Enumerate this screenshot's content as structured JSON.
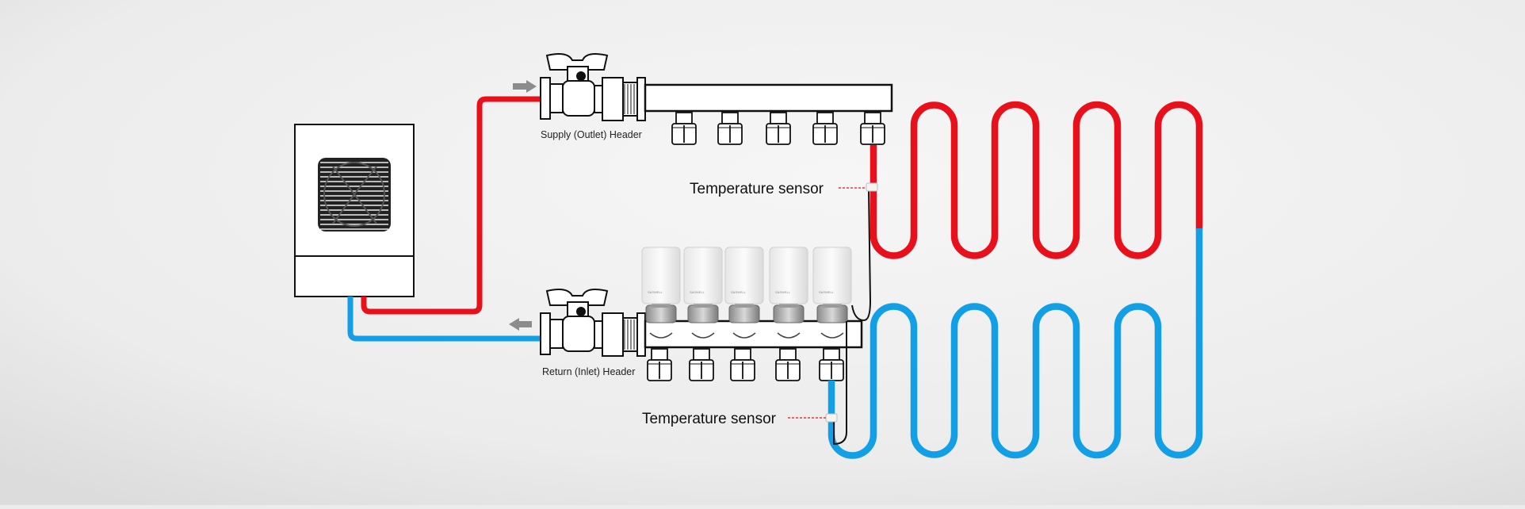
{
  "diagram": {
    "labels": {
      "supply_header": "Supply (Outlet) Header",
      "return_header": "Return (Inlet) Header",
      "sensor_supply": "Temperature sensor",
      "sensor_return": "Temperature sensor"
    },
    "actuator_brand": "SASWELL",
    "actuator_count": 5,
    "outlet_count": 5,
    "colors": {
      "hot_pipe": "#e8101a",
      "cold_pipe": "#139fe6",
      "background": "#ececec",
      "outline": "#111111",
      "flow_arrow": "#8c8c8c"
    },
    "icons": [
      "heat-pump-unit",
      "fan-grille",
      "ball-valve",
      "flow-arrow",
      "thermal-actuator",
      "manifold-outlet",
      "temperature-sensor-clip"
    ]
  }
}
